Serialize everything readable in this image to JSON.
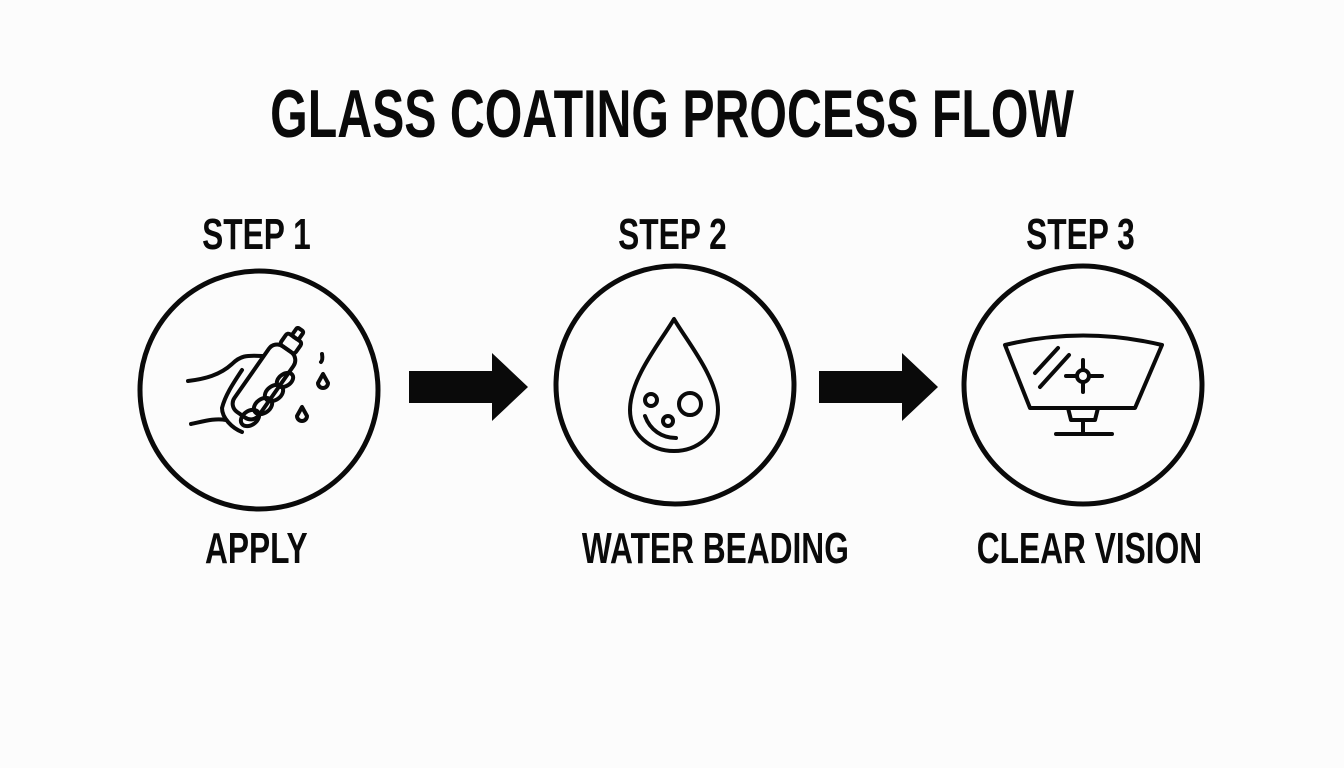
{
  "title": "GLASS COATING PROCESS FLOW",
  "steps": [
    {
      "step_label": "STEP 1",
      "caption": "APPLY",
      "icon": "hand-spray-bottle-icon"
    },
    {
      "step_label": "STEP 2",
      "caption": "WATER BEADING",
      "icon": "water-drop-beading-icon"
    },
    {
      "step_label": "STEP 3",
      "caption": "CLEAR VISION",
      "icon": "windshield-clear-icon"
    }
  ],
  "connectors": [
    {
      "from": "STEP 1",
      "to": "STEP 2",
      "icon": "arrow-right-icon"
    },
    {
      "from": "STEP 2",
      "to": "STEP 3",
      "icon": "arrow-right-icon"
    }
  ],
  "colors": {
    "background": "#fcfcfc",
    "ink": "#0a0a0a"
  }
}
